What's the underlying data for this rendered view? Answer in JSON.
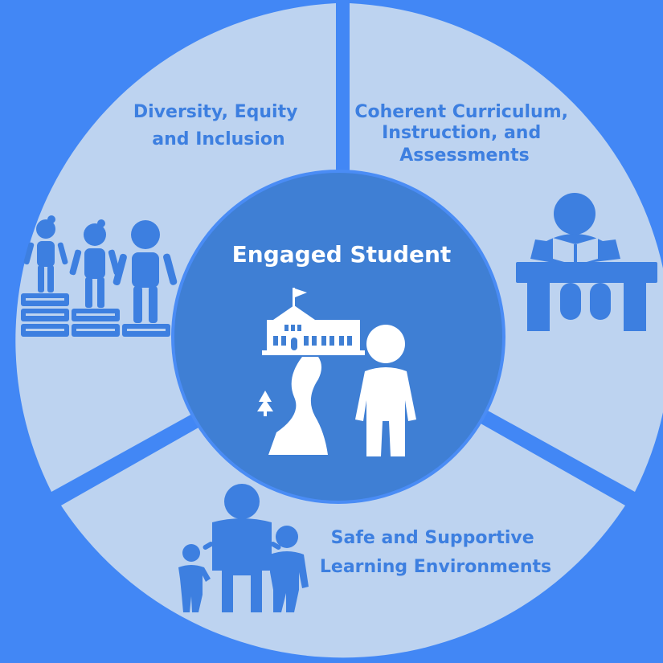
{
  "center": {
    "title": "Engaged Student",
    "icon": "school-path-student-icon"
  },
  "segments": [
    {
      "lines": [
        "Diversity, Equity",
        "and Inclusion"
      ],
      "icon": "children-on-books-icon"
    },
    {
      "lines": [
        "Coherent Curriculum,",
        "Instruction, and",
        "Assessments"
      ],
      "icon": "reading-at-desk-icon"
    },
    {
      "lines": [
        "Safe and Supportive",
        "Learning Environments"
      ],
      "icon": "parent-with-children-icon"
    }
  ],
  "colors": {
    "background": "#4287f5",
    "segment_fill": "#bdd3f0",
    "center_fill": "#3f7fd4",
    "label_text": "#3d7fe0",
    "icon": "#3d7fe0",
    "center_text": "#ffffff"
  }
}
